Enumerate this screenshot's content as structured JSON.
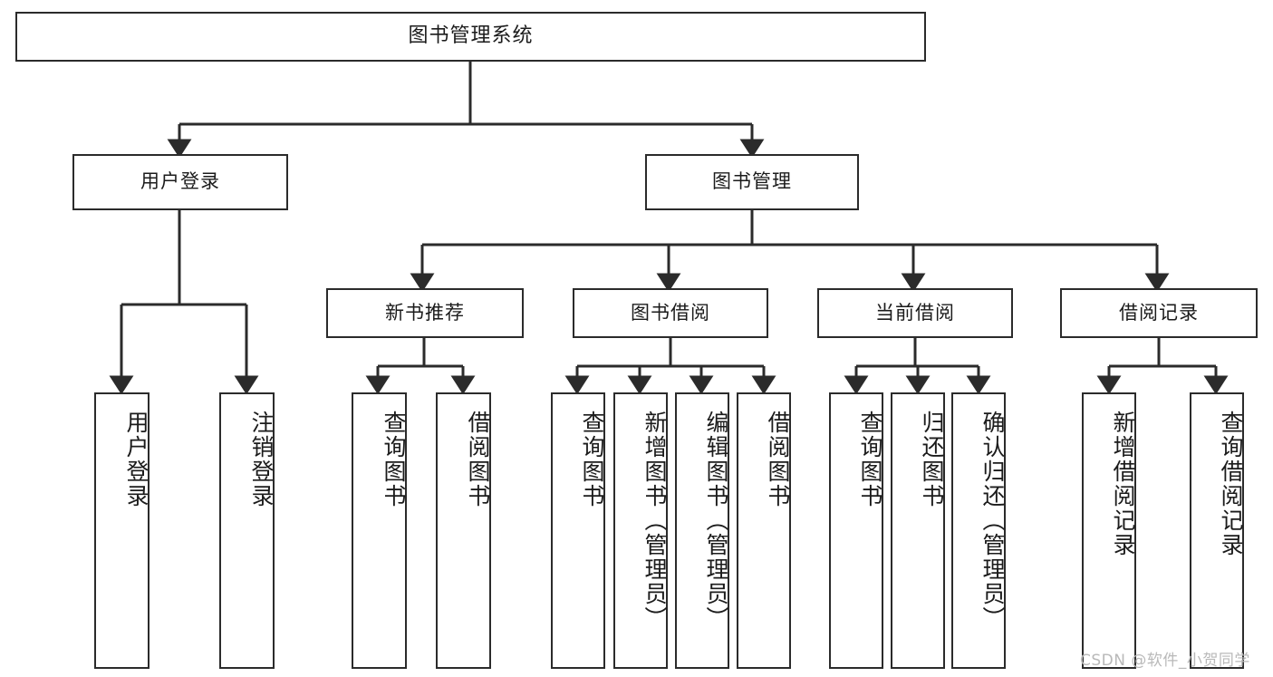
{
  "diagram": {
    "title": "图书管理系统",
    "type": "hierarchy-tree",
    "watermark": "CSDN @软件_小贺同学",
    "root": {
      "id": "root",
      "label": "图书管理系统"
    },
    "level2": [
      {
        "id": "user-login",
        "label": "用户登录"
      },
      {
        "id": "book-management",
        "label": "图书管理"
      }
    ],
    "level3": [
      {
        "id": "new-book-recommend",
        "label": "新书推荐",
        "parent": "book-management"
      },
      {
        "id": "book-borrow",
        "label": "图书借阅",
        "parent": "book-management"
      },
      {
        "id": "current-borrow",
        "label": "当前借阅",
        "parent": "book-management"
      },
      {
        "id": "borrow-record",
        "label": "借阅记录",
        "parent": "book-management"
      }
    ],
    "leaves": [
      {
        "id": "leaf-user-login",
        "label": "用户登录",
        "parent": "user-login"
      },
      {
        "id": "leaf-logout",
        "label": "注销登录",
        "parent": "user-login"
      },
      {
        "id": "leaf-query-book-1",
        "label": "查询图书",
        "parent": "new-book-recommend"
      },
      {
        "id": "leaf-borrow-book-1",
        "label": "借阅图书",
        "parent": "new-book-recommend"
      },
      {
        "id": "leaf-query-book-2",
        "label": "查询图书",
        "parent": "book-borrow"
      },
      {
        "id": "leaf-add-book",
        "label": "新增图书（管理员）",
        "parent": "book-borrow"
      },
      {
        "id": "leaf-edit-book",
        "label": "编辑图书（管理员）",
        "parent": "book-borrow"
      },
      {
        "id": "leaf-borrow-book-2",
        "label": "借阅图书",
        "parent": "book-borrow"
      },
      {
        "id": "leaf-query-book-3",
        "label": "查询图书",
        "parent": "current-borrow"
      },
      {
        "id": "leaf-return-book",
        "label": "归还图书",
        "parent": "current-borrow"
      },
      {
        "id": "leaf-confirm-return",
        "label": "确认归还（管理员）",
        "parent": "current-borrow"
      },
      {
        "id": "leaf-add-record",
        "label": "新增借阅记录",
        "parent": "borrow-record"
      },
      {
        "id": "leaf-query-record",
        "label": "查询借阅记录",
        "parent": "borrow-record"
      }
    ],
    "colors": {
      "stroke": "#2b2b2b",
      "fill": "#ffffff",
      "text": "#1b1b1b",
      "watermark": "#b9b9b9"
    }
  }
}
